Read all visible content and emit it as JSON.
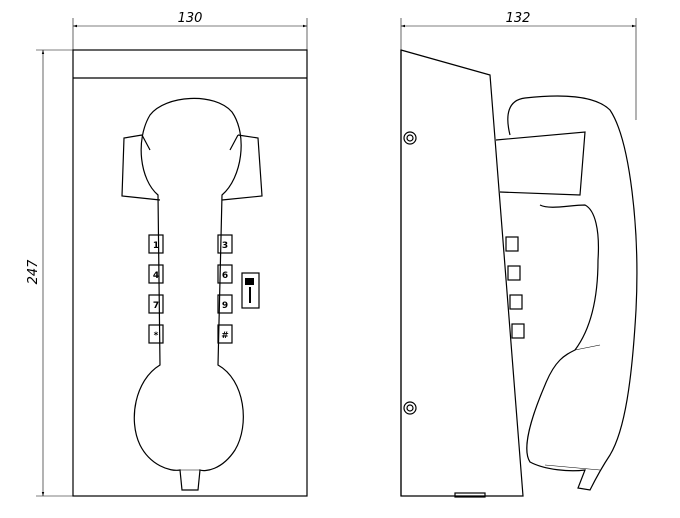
{
  "dimensions": {
    "front_width": "130",
    "side_depth": "132",
    "height": "247"
  },
  "keypad": {
    "keys": [
      "1",
      "3",
      "4",
      "6",
      "7",
      "9",
      "*",
      "#"
    ]
  },
  "colors": {
    "line": "#000000",
    "background": "#ffffff"
  }
}
